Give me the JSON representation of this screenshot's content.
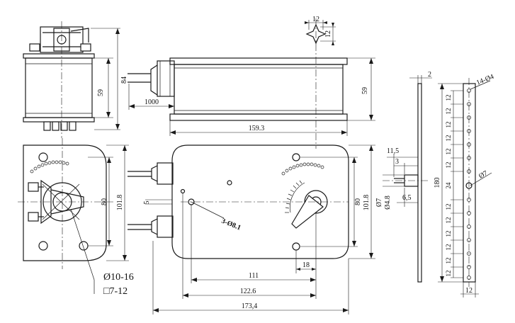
{
  "dimensions": {
    "top_width_12": "12",
    "top_height_12": "12",
    "side_height_59": "59",
    "side_height_84": "84",
    "front_height_59": "59",
    "cable_length": "1000",
    "front_width": "159.3",
    "gap_2": "2",
    "hole_spec": "14-Ø4",
    "pitch_values": [
      "12",
      "12",
      "12",
      "12",
      "12",
      "12",
      "12",
      "24",
      "12",
      "12",
      "12",
      "12",
      "12",
      "12"
    ],
    "strip_length": "180",
    "hole_o7": "Ø7",
    "bottom_width_12": "12",
    "pin_11_5": "11,5",
    "pin_3": "3",
    "pin_o7": "Ø7",
    "pin_o4_8": "Ø4.8",
    "pin_6_5": "6,5",
    "left_80": "80",
    "left_101_8": "101.8",
    "shaft_round": "Ø10-16",
    "shaft_square": "□7-12",
    "offset_5": "5",
    "mount_holes": "3-Ø8.1",
    "right_80": "80",
    "right_101_8": "101.8",
    "dim_18": "18",
    "dim_111": "111",
    "dim_122_6": "122.6",
    "dim_173_4": "173,4"
  }
}
